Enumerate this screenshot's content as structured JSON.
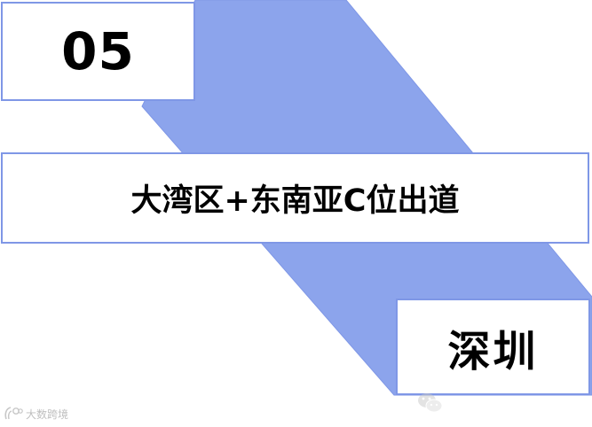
{
  "number_label": "05",
  "headline": "大湾区+东南亚C位出道",
  "city": "深圳",
  "watermark_text": "大数跨境",
  "colors": {
    "band": "#8ca4ec",
    "border": "#7f97e6",
    "text": "#000000",
    "background": "#ffffff"
  },
  "icons": [
    "wechat-icon",
    "logo-icon"
  ]
}
